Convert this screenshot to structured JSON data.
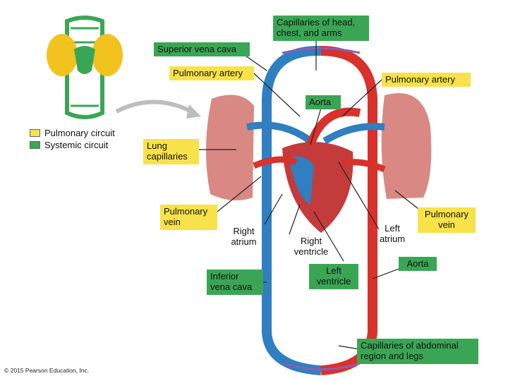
{
  "labels": {
    "cap_head": "Capillaries of head,\nchest, and arms",
    "sup_vena_cava": "Superior vena cava",
    "pulm_artery_left": "Pulmonary artery",
    "pulm_artery_right": "Pulmonary artery",
    "aorta_top": "Aorta",
    "lung_capillaries": "Lung\ncapillaries",
    "pulm_vein_left": "Pulmonary\nvein",
    "right_atrium": "Right\natrium",
    "right_ventricle": "Right\nventricle",
    "left_atrium": "Left\natrium",
    "pulm_vein_right": "Pulmonary\nvein",
    "inferior_vena_cava": "Inferior\nvena cava",
    "left_ventricle": "Left\nventricle",
    "aorta_bottom": "Aorta",
    "cap_abdominal": "Capillaries of abdominal\nregion and legs"
  },
  "legend": {
    "pulmonary": "Pulmonary circuit",
    "systemic": "Systemic circuit"
  },
  "colors": {
    "pulmonary": "#f7e24a",
    "systemic": "#3aa655",
    "oxygenated": "#d9312b",
    "deoxygenated": "#2f7fc1",
    "lung": "#d98883"
  },
  "copyright": "© 2015 Pearson Education, Inc."
}
